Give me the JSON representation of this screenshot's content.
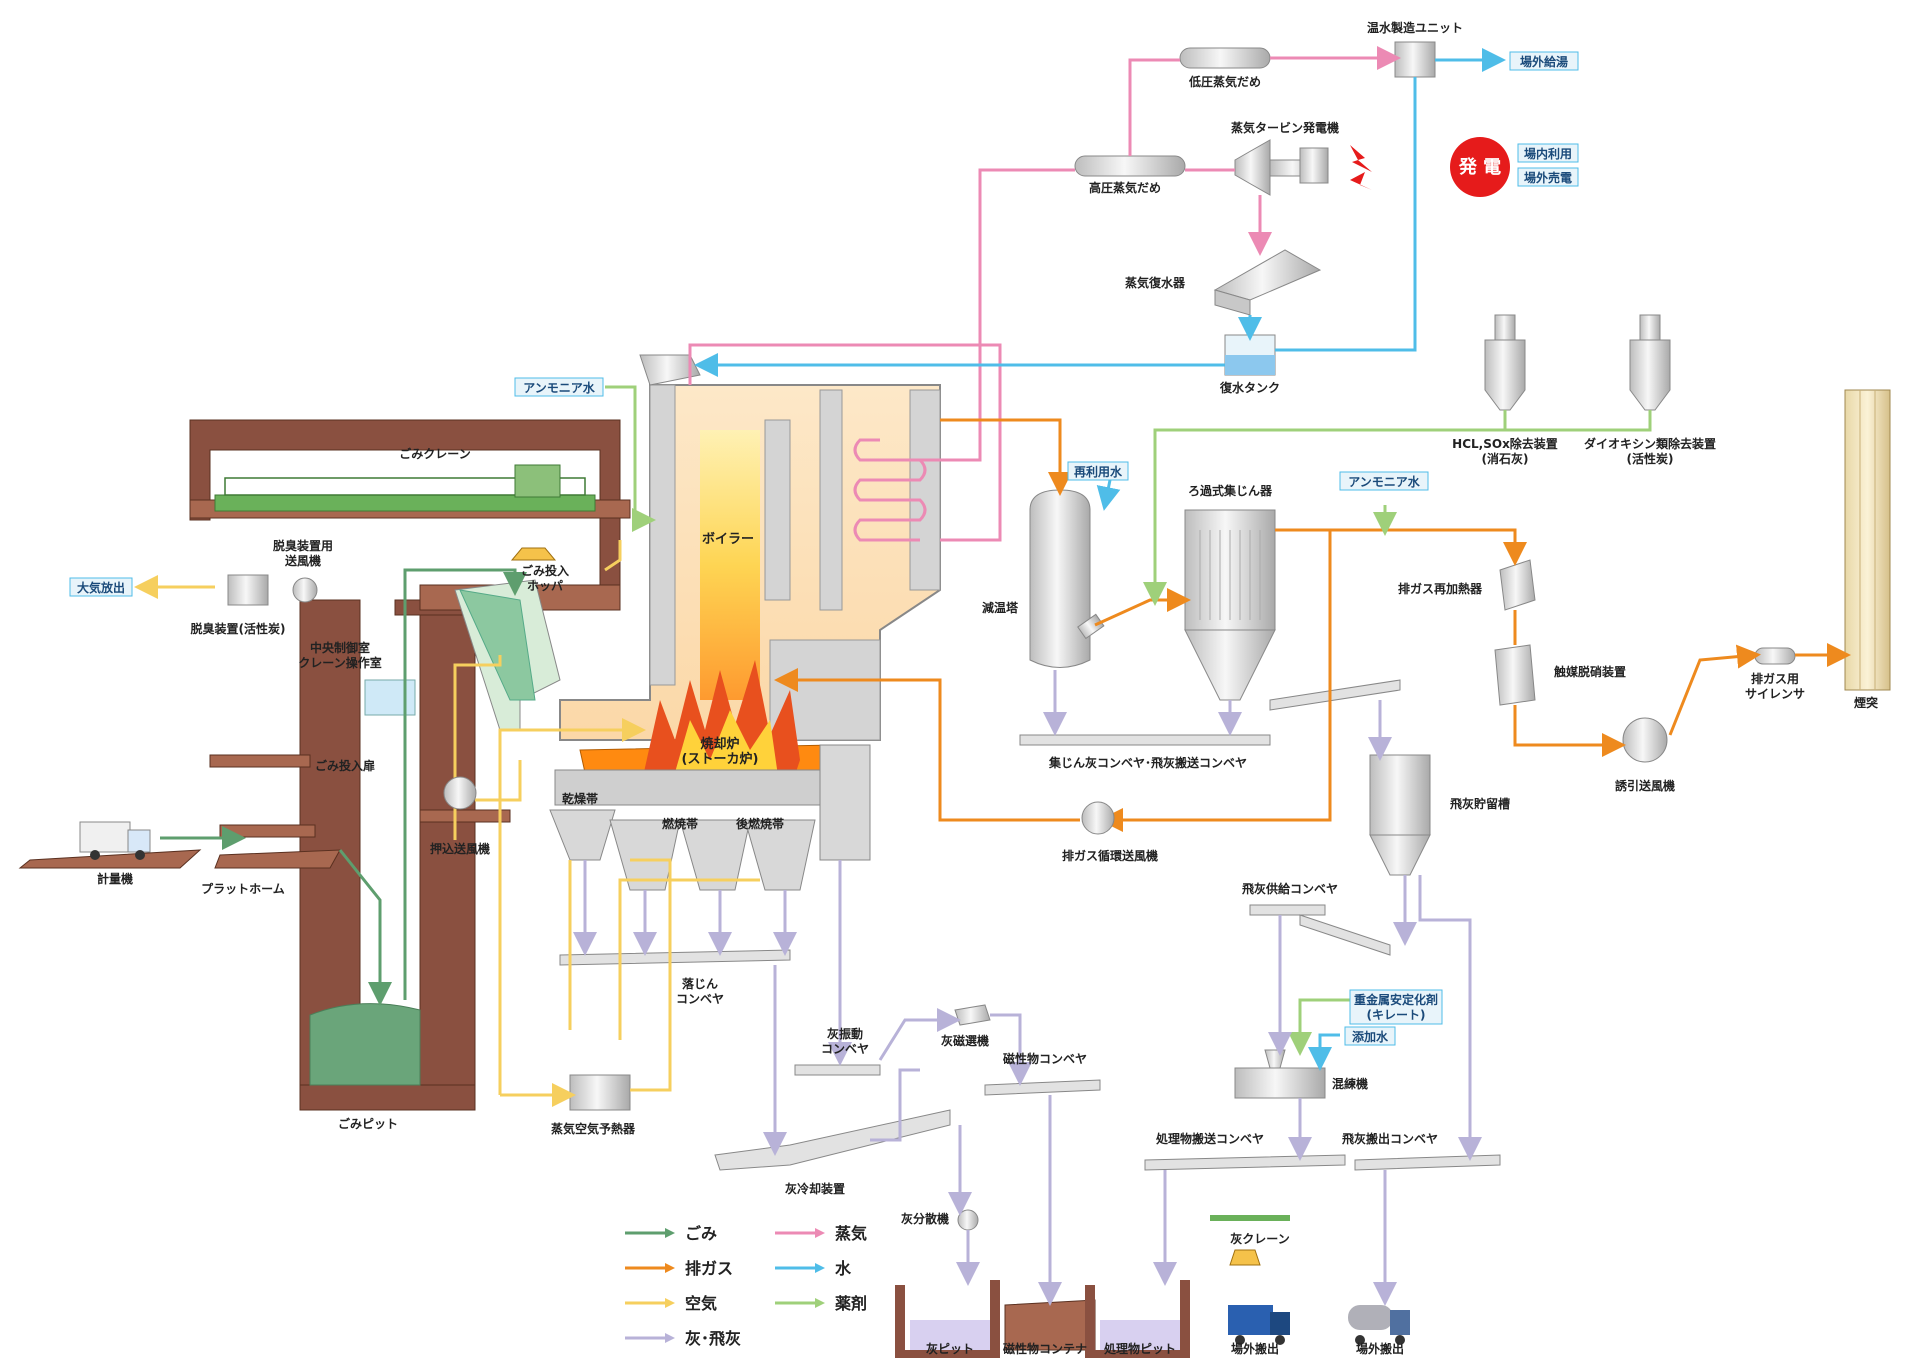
{
  "colors": {
    "refuse": "#5e9e6e",
    "flue_gas": "#ee8a1e",
    "air": "#f6cf5e",
    "ash": "#b8b2d8",
    "steam": "#ec8ab4",
    "water": "#4fbde8",
    "chemical": "#9fd07a",
    "building": "#8a5040",
    "equipment": "#e2e2e2",
    "power": "#e61b1b"
  },
  "labels": {
    "hot_water_unit": "温水製造ユニット",
    "offsite_hot_water": "場外給湯",
    "low_pressure_header": "低圧蒸気だめ",
    "turbine_generator": "蒸気タービン発電機",
    "power_generation": "発 電",
    "onsite_use": "場内利用",
    "offsite_sale": "場外売電",
    "high_pressure_header": "高圧蒸気だめ",
    "condenser": "蒸気復水器",
    "condensate_tank": "復水タンク",
    "ammonia_water_left": "アンモニア水",
    "ammonia_water_right": "アンモニア水",
    "hcl_sox_removal_1": "HCL,SOx除去装置",
    "hcl_sox_removal_2": "(消石灰)",
    "dioxin_removal_1": "ダイオキシン類除去装置",
    "dioxin_removal_2": "(活性炭)",
    "refuse_crane": "ごみクレーン",
    "reuse_water": "再利用水",
    "bag_filter": "ろ過式集じん器",
    "boiler": "ボイラー",
    "deodorizer_fan_1": "脱臭装置用",
    "deodorizer_fan_2": "送風機",
    "atmosphere_release": "大気放出",
    "deodorizer": "脱臭装置(活性炭)",
    "hopper_1": "ごみ投入",
    "hopper_2": "ホッパ",
    "control_room_1": "中央制御室",
    "control_room_2": "クレーン操作室",
    "gas_reheater": "排ガス再加熱器",
    "cooling_tower": "減温塔",
    "catalytic_denox": "触媒脱硝装置",
    "exhaust_silencer_1": "排ガス用",
    "exhaust_silencer_2": "サイレンサ",
    "chimney": "煙突",
    "incinerator_1": "焼却炉",
    "incinerator_2": "(ストーカ炉)",
    "dust_conveyor": "集じん灰コンベヤ･飛灰搬送コンベヤ",
    "refuse_door": "ごみ投入扉",
    "drying_zone": "乾燥帯",
    "combustion_zone": "燃焼帯",
    "post_combustion_zone": "後燃焼帯",
    "induced_draft_fan": "誘引送風機",
    "fly_ash_silo": "飛灰貯留槽",
    "forced_draft_fan": "押込送風機",
    "weighbridge": "計量機",
    "platform": "プラットホーム",
    "gas_recirc_fan": "排ガス循環送風機",
    "fly_ash_feed_conveyor": "飛灰供給コンベヤ",
    "siftings_conveyor_1": "落じん",
    "siftings_conveyor_2": "コンベヤ",
    "heavy_metal_1": "重金属安定化剤",
    "heavy_metal_2": "(キレート)",
    "additive_water": "添加水",
    "ash_vibrating_1": "灰振動",
    "ash_vibrating_2": "コンベヤ",
    "ash_magnetic_separator": "灰磁選機",
    "magnetic_conveyor": "磁性物コンベヤ",
    "kneader": "混練機",
    "refuse_pit": "ごみピット",
    "steam_air_preheater": "蒸気空気予熱器",
    "treated_conveyor": "処理物搬送コンベヤ",
    "fly_ash_out_conveyor": "飛灰搬出コンベヤ",
    "ash_cooler": "灰冷却装置",
    "ash_spreader": "灰分散機",
    "ash_crane": "灰クレーン",
    "ash_pit": "灰ピット",
    "magnetic_container": "磁性物コンテナ",
    "treated_pit": "処理物ピット",
    "offsite_out_1": "場外搬出",
    "offsite_out_2": "場外搬出"
  },
  "legend": [
    {
      "label": "ごみ",
      "color": "#5e9e6e"
    },
    {
      "label": "排ガス",
      "color": "#ee8a1e"
    },
    {
      "label": "空気",
      "color": "#f6cf5e"
    },
    {
      "label": "灰･飛灰",
      "color": "#b8b2d8"
    },
    {
      "label": "蒸気",
      "color": "#ec8ab4"
    },
    {
      "label": "水",
      "color": "#4fbde8"
    },
    {
      "label": "薬剤",
      "color": "#9fd07a"
    }
  ]
}
